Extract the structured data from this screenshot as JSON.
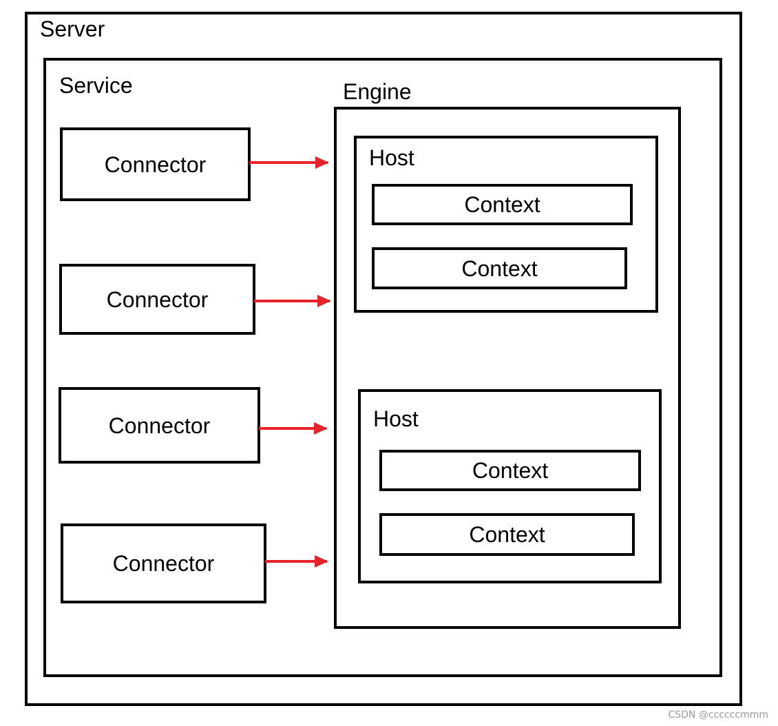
{
  "server": {
    "label": "Server"
  },
  "service": {
    "label": "Service"
  },
  "engine": {
    "label": "Engine"
  },
  "connectors": [
    {
      "label": "Connector"
    },
    {
      "label": "Connector"
    },
    {
      "label": "Connector"
    },
    {
      "label": "Connector"
    }
  ],
  "hosts": [
    {
      "label": "Host",
      "contexts": [
        {
          "label": "Context"
        },
        {
          "label": "Context"
        }
      ]
    },
    {
      "label": "Host",
      "contexts": [
        {
          "label": "Context"
        },
        {
          "label": "Context"
        }
      ]
    }
  ],
  "colors": {
    "arrow": "#e8222a",
    "border": "#000000"
  },
  "watermark": "CSDN @ccccccmmm"
}
